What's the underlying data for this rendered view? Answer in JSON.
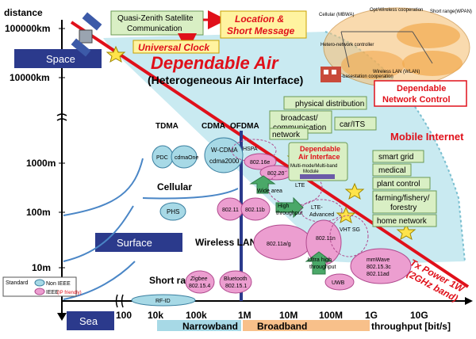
{
  "axis": {
    "y_title": "distance",
    "y_ticks": [
      "100000km",
      "10000km",
      "1000m",
      "100m",
      "10m"
    ],
    "x_ticks": [
      "100",
      "10k",
      "100k",
      "1M",
      "10M",
      "100M",
      "1G",
      "10G"
    ],
    "x_title": "throughput [bit/s]"
  },
  "zones": {
    "space": "Space",
    "surface": "Surface",
    "sea": "Sea"
  },
  "bands": {
    "narrow": "Narrowband",
    "broad": "Broadband"
  },
  "titles": {
    "main": "Dependable Air",
    "sub": "(Heterogeneous Air Interface)",
    "mobile_internet": "Mobile Internet",
    "tx_power_1": "Tx Power 1W",
    "tx_power_2": "(2GHz band)"
  },
  "satellite": {
    "qzss_1": "Quasi-Zenith Satellite",
    "qzss_2": "Communication",
    "location_1": "Location &",
    "location_2": "Short Message",
    "universal_clock": "Universal Clock"
  },
  "network_control": {
    "title_1": "Dependable",
    "title_2": "Network Control",
    "labels": [
      "Cellular (MBWA)",
      "Opt/Wireless cooperation",
      "Short range(WPAN)",
      "Hetero-network controller",
      "Hetero-basestation cooperation",
      "Wireless LAN (WLAN)"
    ]
  },
  "categories": {
    "tdma": "TDMA",
    "cdma": "CDMA",
    "ofdma": "OFDMA",
    "cellular": "Cellular",
    "wlan": "Wireless LAN",
    "short_range": "Short range"
  },
  "tech": {
    "pdc": "PDC",
    "cdmaone": "cdmaOne",
    "wcdma": "W-CDMA",
    "cdma2000": "cdma2000",
    "hspa": "HSPA",
    "ieee80216e": "802.16e",
    "ieee80220": "802.20",
    "lte": "LTE",
    "wide_area": "Wide area",
    "phs": "PHS",
    "ieee80211": "802.11",
    "ieee80211b": "802.11b",
    "high_throughput_1": "High",
    "high_throughput_2": "throughput",
    "lte_adv_1": "LTE-",
    "lte_adv_2": "Advanced",
    "vht": "VHT SG",
    "ieee80211ag": "802.11a/g",
    "ieee80211n": "802.11n",
    "ultra_1": "Ultra high",
    "ultra_2": "throughput",
    "mmwave_1": "mmWave",
    "mmwave_2": "802.15.3c",
    "mmwave_3": "802.11ad",
    "uwb": "UWB",
    "zigbee_1": "Zigbee",
    "zigbee_2": "802.15.4",
    "bluetooth_1": "Bluetooth",
    "bluetooth_2": "802.15.1",
    "rfid": "RF-ID"
  },
  "dai": {
    "title_1": "Dependable",
    "title_2": "Air Interface",
    "module_1": "Multi-mode/Multi-band",
    "module_2": "Module"
  },
  "applications": [
    "physical distribution",
    "broadcast/",
    "communication",
    "car/ITS",
    "network",
    "smart grid",
    "medical",
    "plant control",
    "farming/fishery/",
    "forestry",
    "home network"
  ],
  "legend": {
    "title": "Standard",
    "non_ieee": "Non IEEE",
    "ieee": "IEEE",
    "ieee_note": "(IP friendly)"
  },
  "colors": {
    "sky": "#bfe6ee",
    "red": "#e0101a",
    "navy": "#2b3a8c",
    "pink": "#ec9ed0",
    "teal": "#a7d9e6",
    "green_box": "#d9efc4",
    "yellow_box": "#fff3a0",
    "orange_band": "#f8c08a"
  }
}
